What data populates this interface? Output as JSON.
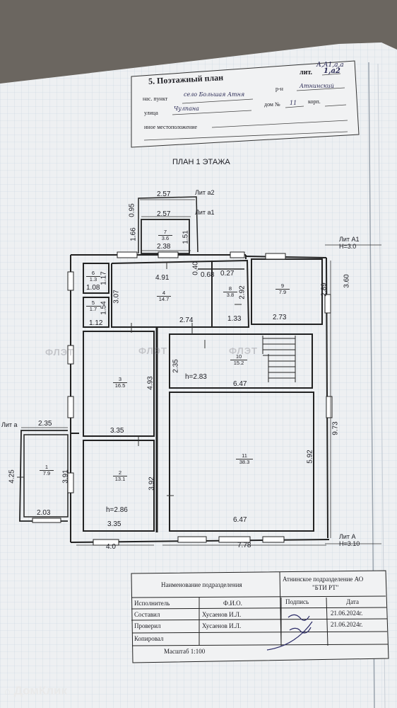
{
  "header": {
    "section_title": "5. Поэтажный план",
    "lit_codes": "А,А1,а,а",
    "lit_label": "лит.",
    "lit_value": "1,а2",
    "settlement_label": "нас. пункт",
    "settlement_value": "село Большая Атня",
    "district_label": "р-н",
    "district_value": "Атнинский",
    "street_label": "улица",
    "street_value": "Чулпана",
    "house_label": "дом №",
    "house_value": "11",
    "korp_label": "корп.",
    "other_location_label": "иное местоположение"
  },
  "plan": {
    "title": "ПЛАН 1 ЭТАЖА",
    "lit_a2": "Лит а2",
    "lit_a1": "Лит а1",
    "lit_A1": "Лит А1",
    "lit_A1_height": "H=3.0",
    "lit_a": "Лит а",
    "lit_A": "Лит А",
    "lit_A_height": "H=3.10",
    "rooms": [
      {
        "num": "1",
        "area": "7.9"
      },
      {
        "num": "2",
        "area": "13.1"
      },
      {
        "num": "3",
        "area": "16.5"
      },
      {
        "num": "4",
        "area": "14.7"
      },
      {
        "num": "5",
        "area": "1.7"
      },
      {
        "num": "6",
        "area": "1.3"
      },
      {
        "num": "7",
        "area": "3.6"
      },
      {
        "num": "8",
        "area": "3.8"
      },
      {
        "num": "9",
        "area": "7.9"
      },
      {
        "num": "10",
        "area": "15.2"
      },
      {
        "num": "11",
        "area": "38.3"
      }
    ],
    "dims": {
      "d_257_top": "2.57",
      "d_095": "0.95",
      "d_257_mid": "2.57",
      "d_166": "1.66",
      "d_151": "1.51",
      "d_238": "2.38",
      "d_491": "4.91",
      "d_040": "0.40",
      "d_068": "0.68",
      "d_027": "0.27",
      "d_117": "1.17",
      "d_108": "1.08",
      "d_307": "3.07",
      "d_292": "2.92",
      "d_289": "2.89",
      "d_360": "3.60",
      "d_154": "1.54",
      "d_112": "1.12",
      "d_274": "2.74",
      "d_133": "1.33",
      "d_273": "2.73",
      "d_235": "2.35",
      "d_h283": "h=2.83",
      "d_647_top": "6.47",
      "d_493": "4.93",
      "d_973": "9.73",
      "d_235_a": "2.35",
      "d_335_top": "3.35",
      "d_592": "5.92",
      "d_425": "4.25",
      "d_391": "3.91",
      "d_392": "3.92",
      "d_203": "2.03",
      "d_h286": "h=2.86",
      "d_335_bot": "3.35",
      "d_647_bot": "6.47",
      "d_40": "4.0",
      "d_778": "7.78"
    }
  },
  "footer": {
    "division_label": "Наименование подразделения",
    "division_value_1": "Атнинское подразделение  АО",
    "division_value_2": "\"БТИ РТ\"",
    "col_executor": "Исполнитель",
    "col_name": "Ф.И.О.",
    "col_signature": "Подпись",
    "col_date": "Дата",
    "row1_role": "Составил",
    "row1_name": "Хусаенов И.Л.",
    "row1_date": "21.06.2024г.",
    "row2_role": "Проверил",
    "row2_name": "Хусаенов И.Л.",
    "row2_date": "21.06.2024г.",
    "row3_role": "Копировал",
    "scale": "Масштаб 1:100"
  },
  "watermarks": [
    "ФЛЭТ",
    "ФЛЭТ",
    "ФЛЭТ"
  ],
  "brand": {
    "logo_text": "ДомКлик"
  },
  "colors": {
    "paper": "#eef0f2",
    "grid": "#b9c7d6",
    "ink": "#1c1c22",
    "background": "#6b6660"
  }
}
